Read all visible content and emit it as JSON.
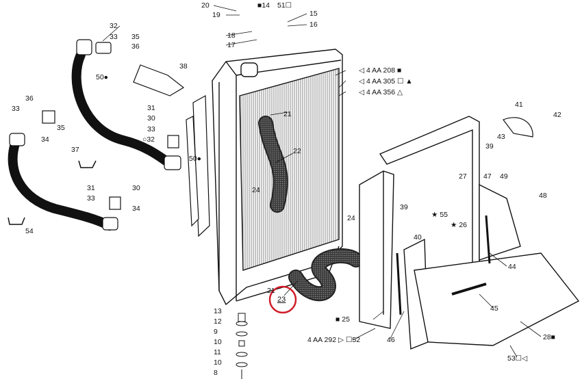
{
  "diagram": {
    "highlight_color": "#d01f2a",
    "highlighted_part": "23",
    "parts": [
      "20",
      "19",
      "14",
      "51",
      "15",
      "16",
      "18",
      "17",
      "32",
      "33",
      "35",
      "36",
      "50",
      "38",
      "4 AA 208",
      "4 AA 305",
      "4 AA 356",
      "36",
      "33",
      "35",
      "34",
      "31",
      "30",
      "33",
      "32",
      "50",
      "21",
      "22",
      "24",
      "41",
      "42",
      "43",
      "39",
      "37",
      "27",
      "49",
      "47",
      "48",
      "31",
      "30",
      "33",
      "34",
      "54",
      "39",
      "55",
      "26",
      "40",
      "24",
      "44",
      "21",
      "23",
      "45",
      "13",
      "12",
      "25",
      "9",
      "10",
      "11",
      "10",
      "8",
      "46",
      "28",
      "53",
      "4 AA 292",
      "52"
    ],
    "symbols": {
      "p14": "■14",
      "p51": "51☐",
      "p50a": "50●",
      "p50b": "50●",
      "p32": "○32",
      "aa208": "4 AA 208 ■",
      "aa305": "4 AA 305 ☐ ▲",
      "aa356": "4 AA 356 △",
      "p55": "★ 55",
      "p26": "★ 26",
      "p25": "■ 25",
      "p28": "28■",
      "p53": "53☐◁",
      "aa292": "4 AA 292 ▷ ☐52"
    }
  }
}
